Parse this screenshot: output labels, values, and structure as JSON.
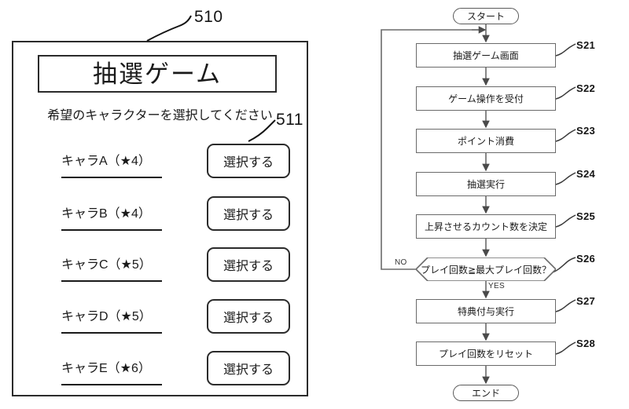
{
  "figure": {
    "left_ref_numeral": "510",
    "button_ref_numeral": "511"
  },
  "game_screen": {
    "title": "抽選ゲーム",
    "prompt": "希望のキャラクターを選択してください",
    "characters": [
      {
        "label": "キャラA（★4）",
        "button": "選択する"
      },
      {
        "label": "キャラB（★4）",
        "button": "選択する"
      },
      {
        "label": "キャラC（★5）",
        "button": "選択する"
      },
      {
        "label": "キャラD（★5）",
        "button": "選択する"
      },
      {
        "label": "キャラE（★6）",
        "button": "選択する"
      }
    ]
  },
  "flowchart": {
    "start_label": "スタート",
    "end_label": "エンド",
    "yes_label": "YES",
    "no_label": "NO",
    "steps": [
      {
        "id": "S21",
        "text": "抽選ゲーム画面"
      },
      {
        "id": "S22",
        "text": "ゲーム操作を受付"
      },
      {
        "id": "S23",
        "text": "ポイント消費"
      },
      {
        "id": "S24",
        "text": "抽選実行"
      },
      {
        "id": "S25",
        "text": "上昇させるカウント数を決定"
      },
      {
        "id": "S26",
        "text": "プレイ回数≧最大プレイ回数？"
      },
      {
        "id": "S27",
        "text": "特典付与実行"
      },
      {
        "id": "S28",
        "text": "プレイ回数をリセット"
      }
    ]
  },
  "colors": {
    "line": "#2b2b2b",
    "flow_line": "#6a6a6a",
    "text": "#1a1a1a",
    "background": "#ffffff"
  }
}
